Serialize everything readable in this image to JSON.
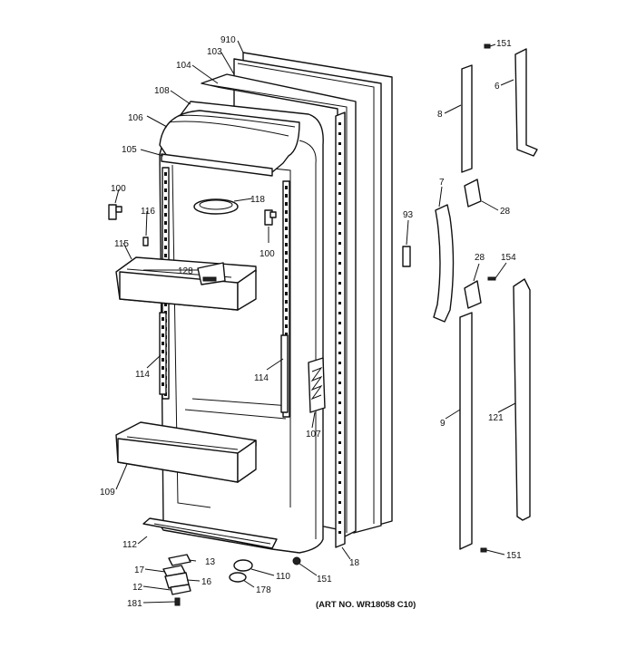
{
  "art_number": "(ART NO. WR18058 C10)",
  "labels": {
    "l910": "910",
    "l103": "103",
    "l104": "104",
    "l108": "108",
    "l106": "106",
    "l105": "105",
    "l100a": "100",
    "l116": "116",
    "l118": "118",
    "l100b": "100",
    "l115": "115",
    "l128a": "128",
    "l114a": "114",
    "l114b": "114",
    "l107": "107",
    "l109": "109",
    "l112": "112",
    "l13": "13",
    "l17": "17",
    "l16": "16",
    "l12": "12",
    "l181": "181",
    "l110": "110",
    "l178": "178",
    "l151b": "151",
    "l18": "18",
    "l151a": "151",
    "l6": "6",
    "l8": "8",
    "l7": "7",
    "l28a": "28",
    "l93": "93",
    "l28b": "28",
    "l154": "154",
    "l9": "9",
    "l121": "121",
    "l151c": "151"
  }
}
